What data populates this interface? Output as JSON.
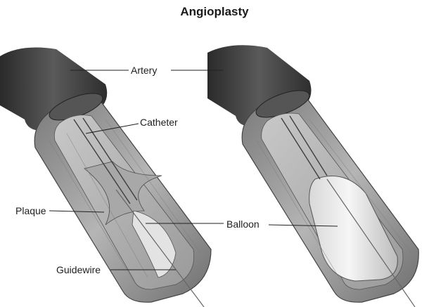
{
  "title": "Angioplasty",
  "labels": {
    "artery": "Artery",
    "catheter": "Catheter",
    "plaque": "Plaque",
    "balloon": "Balloon",
    "guidewire": "Guidewire"
  },
  "colors": {
    "artery_outer": "#3a3a3a",
    "artery_wall": "#8c8c8c",
    "lumen": "#d9d9d9",
    "balloon": "#eeeeee",
    "leader": "#222222"
  }
}
